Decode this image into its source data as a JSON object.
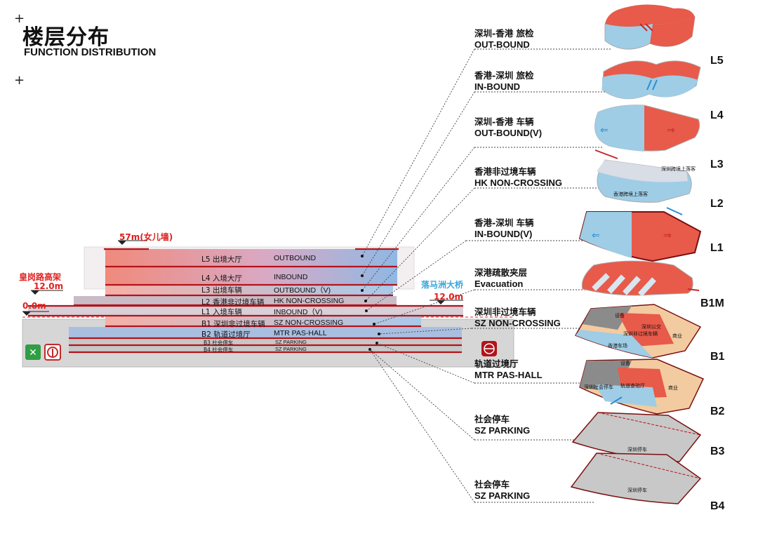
{
  "header": {
    "title_cn": "楼层分布",
    "title_en": "FUNCTION DISTRIBUTION"
  },
  "section": {
    "parapet": "57m(女儿墙)",
    "left_road": "皇岗路高架",
    "left_road_elev": "12.0m",
    "ground_elev": "0.0m",
    "right_bridge": "落马洲大桥",
    "right_bridge_elev": "12.0m",
    "floors": [
      {
        "cn": "L5 出境大厅",
        "en": "OUTBOUND"
      },
      {
        "cn": "L4 入境大厅",
        "en": "INBOUND"
      },
      {
        "cn": "L3 出境车辆",
        "en": "OUTBOUND（V)"
      },
      {
        "cn": "L2 香港非过境车辆",
        "en": "HK NON-CROSSING"
      },
      {
        "cn": "L1 入境车辆",
        "en": "INBOUND（V)"
      },
      {
        "cn": "B1 深圳非过境车辆",
        "en": "SZ NON-CROSSING"
      },
      {
        "cn": "B2 轨道过境厅",
        "en": "MTR PAS-HALL"
      },
      {
        "cn": "B3 社会停车",
        "en": "SZ PARKING"
      },
      {
        "cn": "B4 社会停车",
        "en": "SZ PARKING"
      }
    ]
  },
  "callouts": [
    {
      "cn": "深圳-香港 旅检",
      "en": "OUT-BOUND"
    },
    {
      "cn": "香港-深圳 旅检",
      "en": "IN-BOUND"
    },
    {
      "cn": "深圳-香港 车辆",
      "en": "OUT-BOUND(V)"
    },
    {
      "cn": "香港非过境车辆",
      "en": "HK NON-CROSSING"
    },
    {
      "cn": "香港-深圳 车辆",
      "en": "IN-BOUND(V)"
    },
    {
      "cn": "深港疏散夹层",
      "en": "Evacuation"
    },
    {
      "cn": "深圳非过境车辆",
      "en": "SZ NON-CROSSING"
    },
    {
      "cn": "轨道过境厅",
      "en": "MTR PAS-HALL"
    },
    {
      "cn": "社会停车",
      "en": "SZ PARKING"
    },
    {
      "cn": "社会停车",
      "en": "SZ PARKING"
    }
  ],
  "levels": [
    "L5",
    "L4",
    "L3",
    "L2",
    "L1",
    "B1M",
    "B1",
    "B2",
    "B3",
    "B4"
  ],
  "plan_labels": {
    "l2_a": "深圳跨境上落客",
    "l2_b": "香港跨境上落客",
    "b1_equip": "设备",
    "b1_bus": "深圳公交",
    "b1_sz": "深圳非过境车辆",
    "b1_hk": "香港车场",
    "b1_com": "商业",
    "b2_equip": "设备",
    "b2_park": "深圳社会停车",
    "b2_mtr": "轨道查验厅",
    "b2_com": "商业",
    "b3_park": "深圳停车",
    "b4_park": "深圳停车"
  },
  "colors": {
    "red": "#e85a4a",
    "blue": "#9fcde6",
    "dark_red": "#8b1a1a",
    "grey": "#c8c8c8",
    "orange": "#f3cba0"
  }
}
